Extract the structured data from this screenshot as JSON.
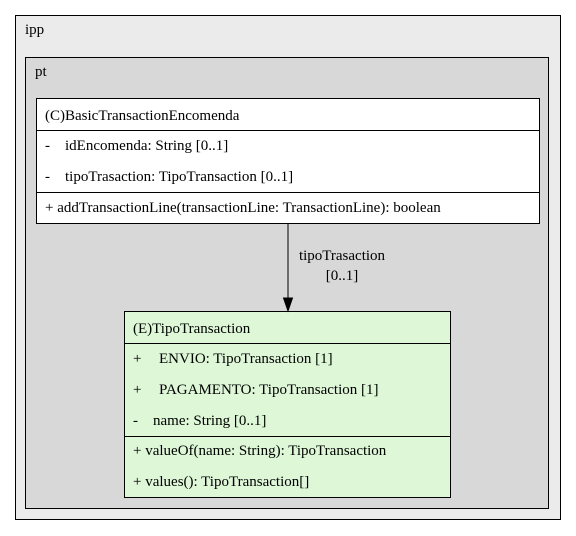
{
  "outer_package": {
    "label": "ipp"
  },
  "inner_package": {
    "label": "pt"
  },
  "basic_class": {
    "title": "(C)BasicTransactionEncomenda",
    "attributes": [
      {
        "visibility": "-",
        "text": "idEncomenda: String [0..1]"
      },
      {
        "visibility": "-",
        "text": "tipoTrasaction: TipoTransaction [0..1]"
      }
    ],
    "methods": [
      {
        "text": "+ addTransactionLine(transactionLine: TransactionLine): boolean"
      }
    ]
  },
  "enum_class": {
    "title": "(E)TipoTransaction",
    "attributes": [
      {
        "visibility": "+",
        "text": "ENVIO: TipoTransaction [1]"
      },
      {
        "visibility": "+",
        "text": "PAGAMENTO: TipoTransaction [1]"
      },
      {
        "visibility": "-",
        "text": "name: String [0..1]"
      }
    ],
    "methods": [
      {
        "text": "+ valueOf(name: String): TipoTransaction"
      },
      {
        "text": "+ values(): TipoTransaction[]"
      }
    ]
  },
  "association": {
    "role": "tipoTrasaction",
    "multiplicity": "[0..1]"
  },
  "colors": {
    "outer_package_fill": "#ebebeb",
    "inner_package_fill": "#d8d8d8",
    "class_fill": "#ffffff",
    "enum_fill": "#ddf7d7",
    "stroke": "#000000"
  }
}
